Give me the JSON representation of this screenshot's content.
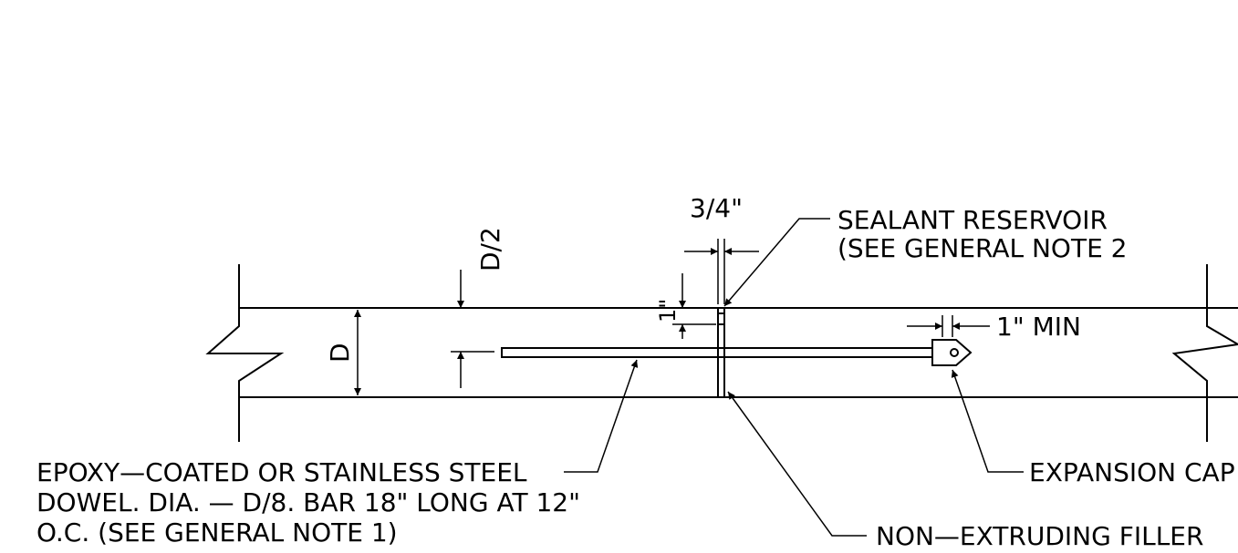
{
  "labels": {
    "three_quarter": "3/4\"",
    "sealant_line1": "SEALANT RESERVOIR",
    "sealant_line2": "(SEE GENERAL NOTE 2",
    "d_half": "D/2",
    "d": "D",
    "one_inch": "1\"",
    "one_inch_min": "1\"  MIN",
    "epoxy_line1": "EPOXY—COATED OR STAINLESS STEEL",
    "epoxy_line2": "DOWEL. DIA. — D/8. BAR 18\" LONG AT 12\"",
    "epoxy_line3": "O.C. (SEE GENERAL NOTE 1)",
    "expansion_cap": "EXPANSION CAP",
    "non_extruding": "NON—EXTRUDING FILLER"
  }
}
